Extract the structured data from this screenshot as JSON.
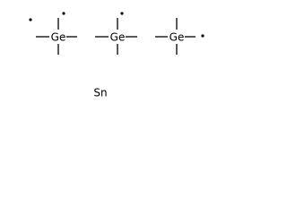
{
  "molecule": {
    "atoms": [
      {
        "id": "ge1",
        "symbol": "Ge"
      },
      {
        "id": "ge2",
        "symbol": "Ge"
      },
      {
        "id": "ge3",
        "symbol": "Ge"
      },
      {
        "id": "sn",
        "symbol": "Sn"
      }
    ]
  }
}
